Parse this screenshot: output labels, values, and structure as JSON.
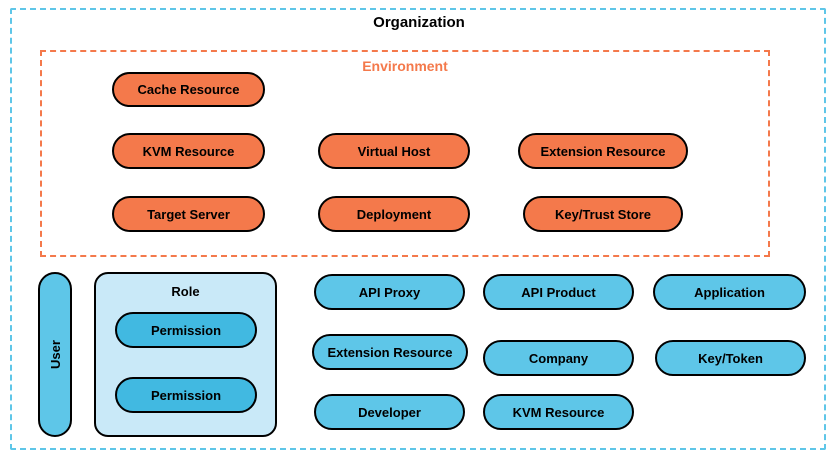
{
  "diagram": {
    "organization_label": "Organization",
    "environment": {
      "label": "Environment",
      "nodes": [
        {
          "label": "Cache Resource"
        },
        {
          "label": "KVM Resource"
        },
        {
          "label": "Virtual Host"
        },
        {
          "label": "Extension Resource"
        },
        {
          "label": "Target Server"
        },
        {
          "label": "Deployment"
        },
        {
          "label": "Key/Trust Store"
        }
      ]
    },
    "user_label": "User",
    "role": {
      "label": "Role",
      "permissions": [
        "Permission",
        "Permission"
      ]
    },
    "org_nodes": [
      {
        "label": "API Proxy"
      },
      {
        "label": "API Product"
      },
      {
        "label": "Application"
      },
      {
        "label": "Extension Resource"
      },
      {
        "label": "Company"
      },
      {
        "label": "Key/Token"
      },
      {
        "label": "Developer"
      },
      {
        "label": "KVM Resource"
      }
    ],
    "colors": {
      "organization_border": "#5ec6e8",
      "environment_border": "#f4794b",
      "environment_node_fill": "#f4794b",
      "org_node_fill": "#5ec6e8",
      "permission_fill": "#41b9e1",
      "role_fill": "#c9e9f8",
      "node_border": "#000000"
    }
  }
}
